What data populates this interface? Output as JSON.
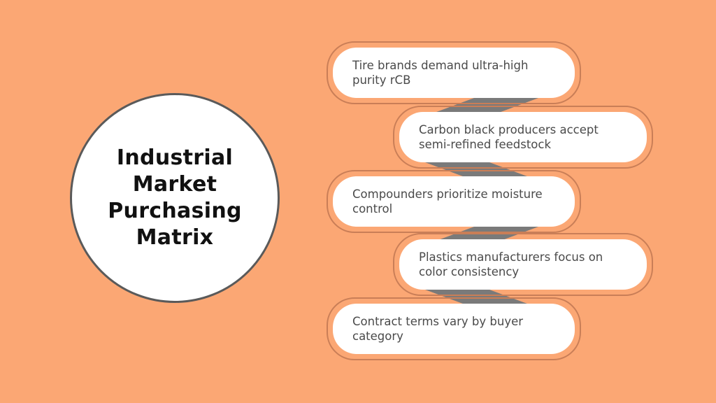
{
  "background_color": "#FBA774",
  "center": {
    "title_lines": [
      "Industrial",
      "Market",
      "Purchasing",
      "Matrix"
    ]
  },
  "items": [
    {
      "text_line1": "Tire brands demand ultra-high",
      "text_line2": "purity rCB",
      "side": "left"
    },
    {
      "text_line1": "Carbon black producers accept",
      "text_line2": "semi-refined feedstock",
      "side": "right"
    },
    {
      "text_line1": "Compounders prioritize moisture",
      "text_line2": "control",
      "side": "left"
    },
    {
      "text_line1": "Plastics manufacturers focus on",
      "text_line2": "color consistency",
      "side": "right"
    },
    {
      "text_line1": "Contract terms vary by buyer",
      "text_line2": "category",
      "side": "left"
    }
  ],
  "colors": {
    "connector": "#7A7A7A",
    "outline": "#C97E57",
    "pill": "#FFFFFF",
    "text": "#4A4A4A"
  }
}
